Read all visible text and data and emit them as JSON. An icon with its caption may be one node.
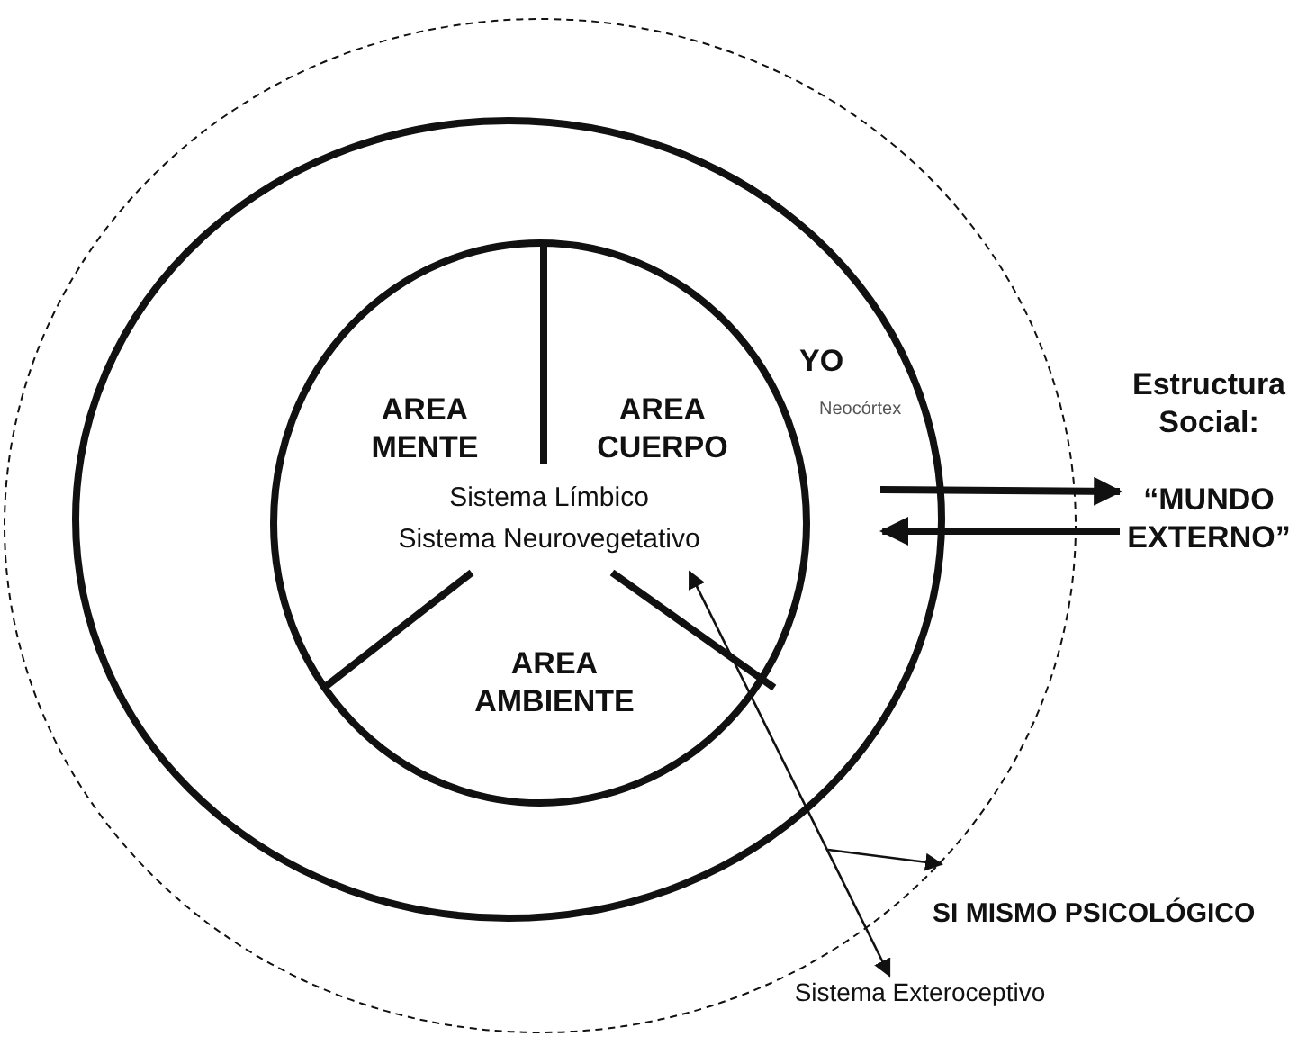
{
  "diagram": {
    "nodes": [
      {
        "text": [
          "SI MISMO PSICOLÓGICO"
        ]
      },
      {
        "text": [
          "YO",
          "Neocórtex"
        ],
        "in": 0
      },
      {
        "text": [],
        "shape": "circle",
        "in": 1
      },
      {
        "text": [
          "AREA MENTE"
        ],
        "in": 2
      },
      {
        "text": [
          "AREA CUERPO"
        ],
        "in": 2
      },
      {
        "text": [
          "Sistema Límbico",
          "Sistema Neurovegetativo"
        ],
        "in": 2
      },
      {
        "text": [
          "AREA AMBIENTE"
        ],
        "in": 2
      },
      {
        "text": [
          "Estructura Social:",
          "“MUNDO EXTERNO”"
        ]
      },
      {
        "text": [
          "Sistema Exteroceptivo"
        ]
      }
    ],
    "edges": [
      {
        "from": 1,
        "to": 7,
        "arrow": "to",
        "style": "thick"
      },
      {
        "from": 7,
        "to": 1,
        "arrow": "to",
        "style": "thick"
      },
      {
        "from": 5,
        "to": 8,
        "arrow": "both"
      },
      {
        "from": null,
        "to": 0,
        "arrow": "to"
      }
    ]
  }
}
